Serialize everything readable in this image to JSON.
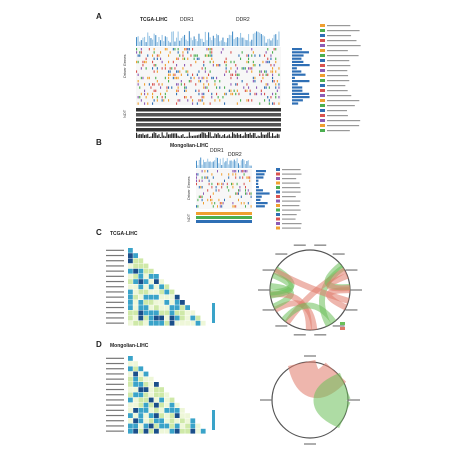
{
  "panels": {
    "A": {
      "letter": "A",
      "cohort": "TCGA-LIHC",
      "groups": [
        "DDR1",
        "DDR2"
      ],
      "row_label_top": "Driver Genes",
      "row_label_bottom": "NDT"
    },
    "B": {
      "letter": "B",
      "cohort": "Mongolian-LIHC",
      "groups": [
        "DDR1",
        "DDR2"
      ],
      "row_label_top": "Driver Genes",
      "row_label_bottom": "NDT"
    },
    "C": {
      "letter": "C",
      "cohort": "TCGA-LIHC"
    },
    "D": {
      "letter": "D",
      "cohort": "Mongolian-LIHC"
    }
  },
  "colors": {
    "bar_blue": "#4a90c8",
    "bar_light": "#9cc7e6",
    "heat_dark": "#1b4f8a",
    "heat_mid": "#3aa3c9",
    "heat_light": "#cfe9a8",
    "chord_red": "#e07a6a",
    "chord_green": "#6bbf59",
    "mut_orange": "#f0a030",
    "mut_green": "#4caf50",
    "mut_blue": "#2f6fb5",
    "mut_red": "#d9534f",
    "mut_purple": "#8e5bb5"
  }
}
